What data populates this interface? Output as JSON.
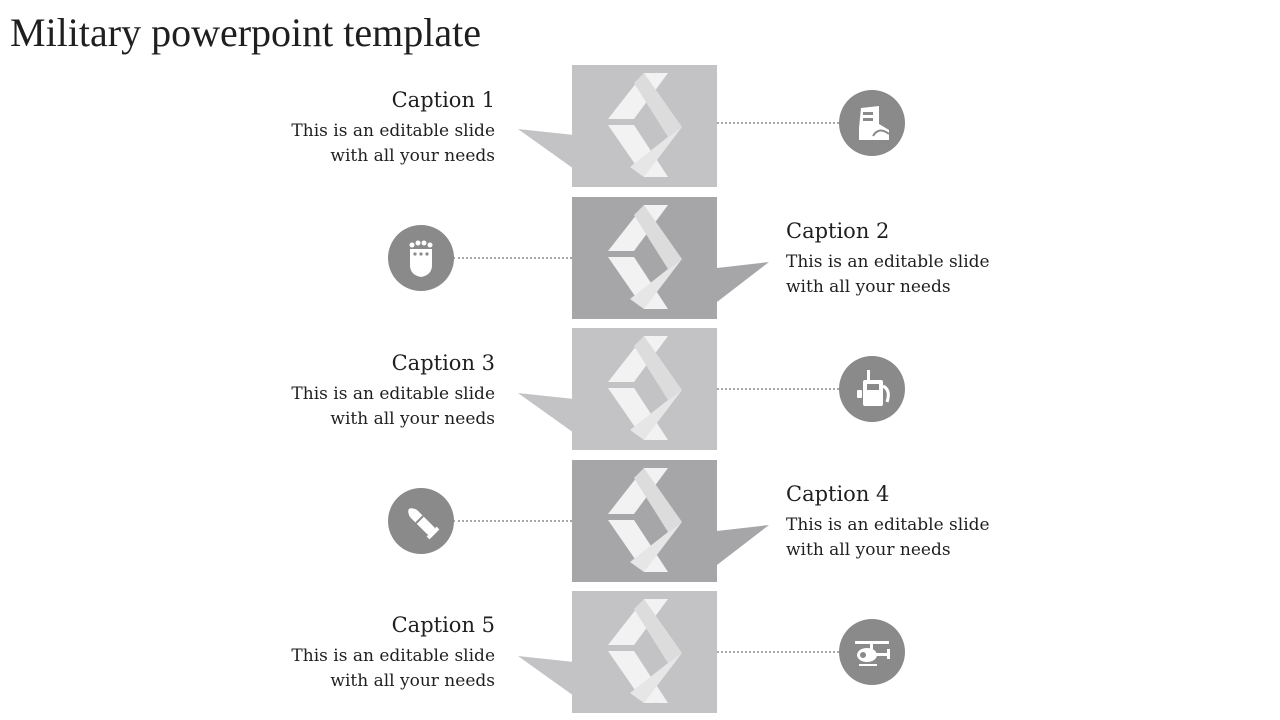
{
  "slide": {
    "title": "Military powerpoint template",
    "colors": {
      "box_light": "#c3c3c5",
      "box_dark": "#a6a6a8",
      "icon_circle": "#8a8a8a",
      "chevron": "#eeeeee"
    },
    "steps": [
      {
        "caption": "Caption 1",
        "desc1": "This is an editable slide",
        "desc2": "with all your needs",
        "icon": "boot-icon"
      },
      {
        "caption": "Caption 2",
        "desc1": "This is an editable slide",
        "desc2": "with all your needs",
        "icon": "glove-icon"
      },
      {
        "caption": "Caption 3",
        "desc1": "This is an editable slide",
        "desc2": "with all your needs",
        "icon": "radio-icon"
      },
      {
        "caption": "Caption 4",
        "desc1": "This is an editable slide",
        "desc2": "with all your needs",
        "icon": "bullet-icon"
      },
      {
        "caption": "Caption 5",
        "desc1": "This is an editable slide",
        "desc2": "with all your needs",
        "icon": "helicopter-icon"
      }
    ]
  }
}
